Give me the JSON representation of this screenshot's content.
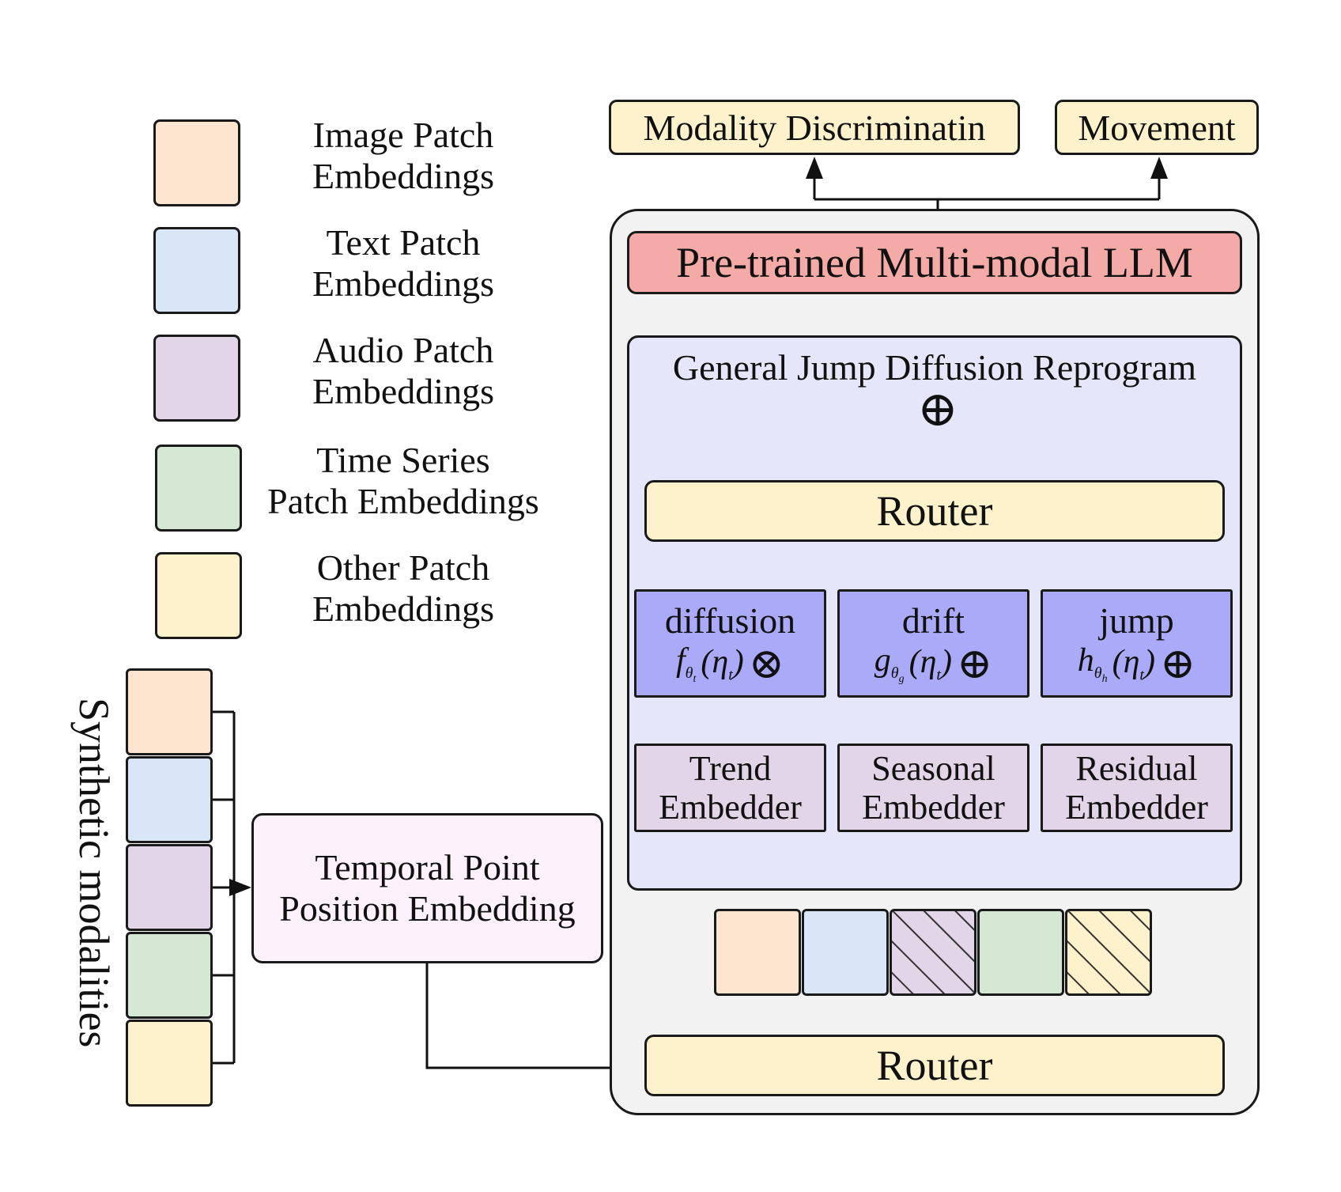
{
  "legend": [
    {
      "line1": "Image Patch",
      "line2": "Embeddings",
      "color": "#fde5cf"
    },
    {
      "line1": "Text Patch",
      "line2": "Embeddings",
      "color": "#d9e6f8"
    },
    {
      "line1": "Audio Patch",
      "line2": "Embeddings",
      "color": "#e1d5e7"
    },
    {
      "line1": "Time Series",
      "line2": "Patch Embeddings",
      "color": "#d5e8d4"
    },
    {
      "line1": "Other Patch",
      "line2": "Embeddings",
      "color": "#fdf2cc"
    }
  ],
  "synthetic_label": "Synthetic modalities",
  "temporal": {
    "line1": "Temporal Point",
    "line2": "Position Embedding",
    "color": "#fdf2fc"
  },
  "outputs": {
    "modality": "Modality Discriminatin",
    "movement": "Movement"
  },
  "llm": {
    "label": "Pre-trained Multi-modal LLM",
    "color": "#f4aaa6"
  },
  "reprogram": {
    "title": "General Jump Diffusion Reprogram",
    "color": "#e6e6fa",
    "sum": "⊕"
  },
  "router_top": "Router",
  "router_bottom": "Router",
  "components": [
    {
      "name": "diffusion",
      "fn": "f",
      "sub": "θ",
      "subsub": "t",
      "arg": "(η",
      "argsub": "t",
      "close": ")",
      "op": "⊗"
    },
    {
      "name": "drift",
      "fn": "g",
      "sub": "θ",
      "subsub": "g",
      "arg": "(η",
      "argsub": "t",
      "close": ")",
      "op": "⊕"
    },
    {
      "name": "jump",
      "fn": "h",
      "sub": "θ",
      "subsub": "h",
      "arg": "(η",
      "argsub": "t",
      "close": ")",
      "op": "⊕"
    }
  ],
  "embedders": [
    {
      "line1": "Trend",
      "line2": "Embedder"
    },
    {
      "line1": "Seasonal",
      "line2": "Embedder"
    },
    {
      "line1": "Residual",
      "line2": "Embedder"
    }
  ],
  "colors": {
    "router": "#fdf2cc",
    "component": "#aaaaf8",
    "embedder": "#e1d5e7",
    "outer": "#f2f2f2"
  }
}
